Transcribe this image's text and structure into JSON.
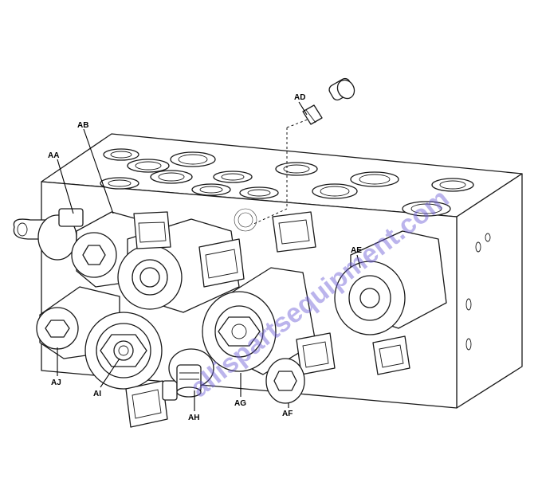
{
  "watermark": "allispartsequipment.com",
  "callouts": {
    "aa": "AA",
    "ab": "AB",
    "ad": "AD",
    "ae": "AE",
    "af": "AF",
    "ag": "AG",
    "ah": "AH",
    "ai": "AI",
    "aj": "AJ"
  }
}
